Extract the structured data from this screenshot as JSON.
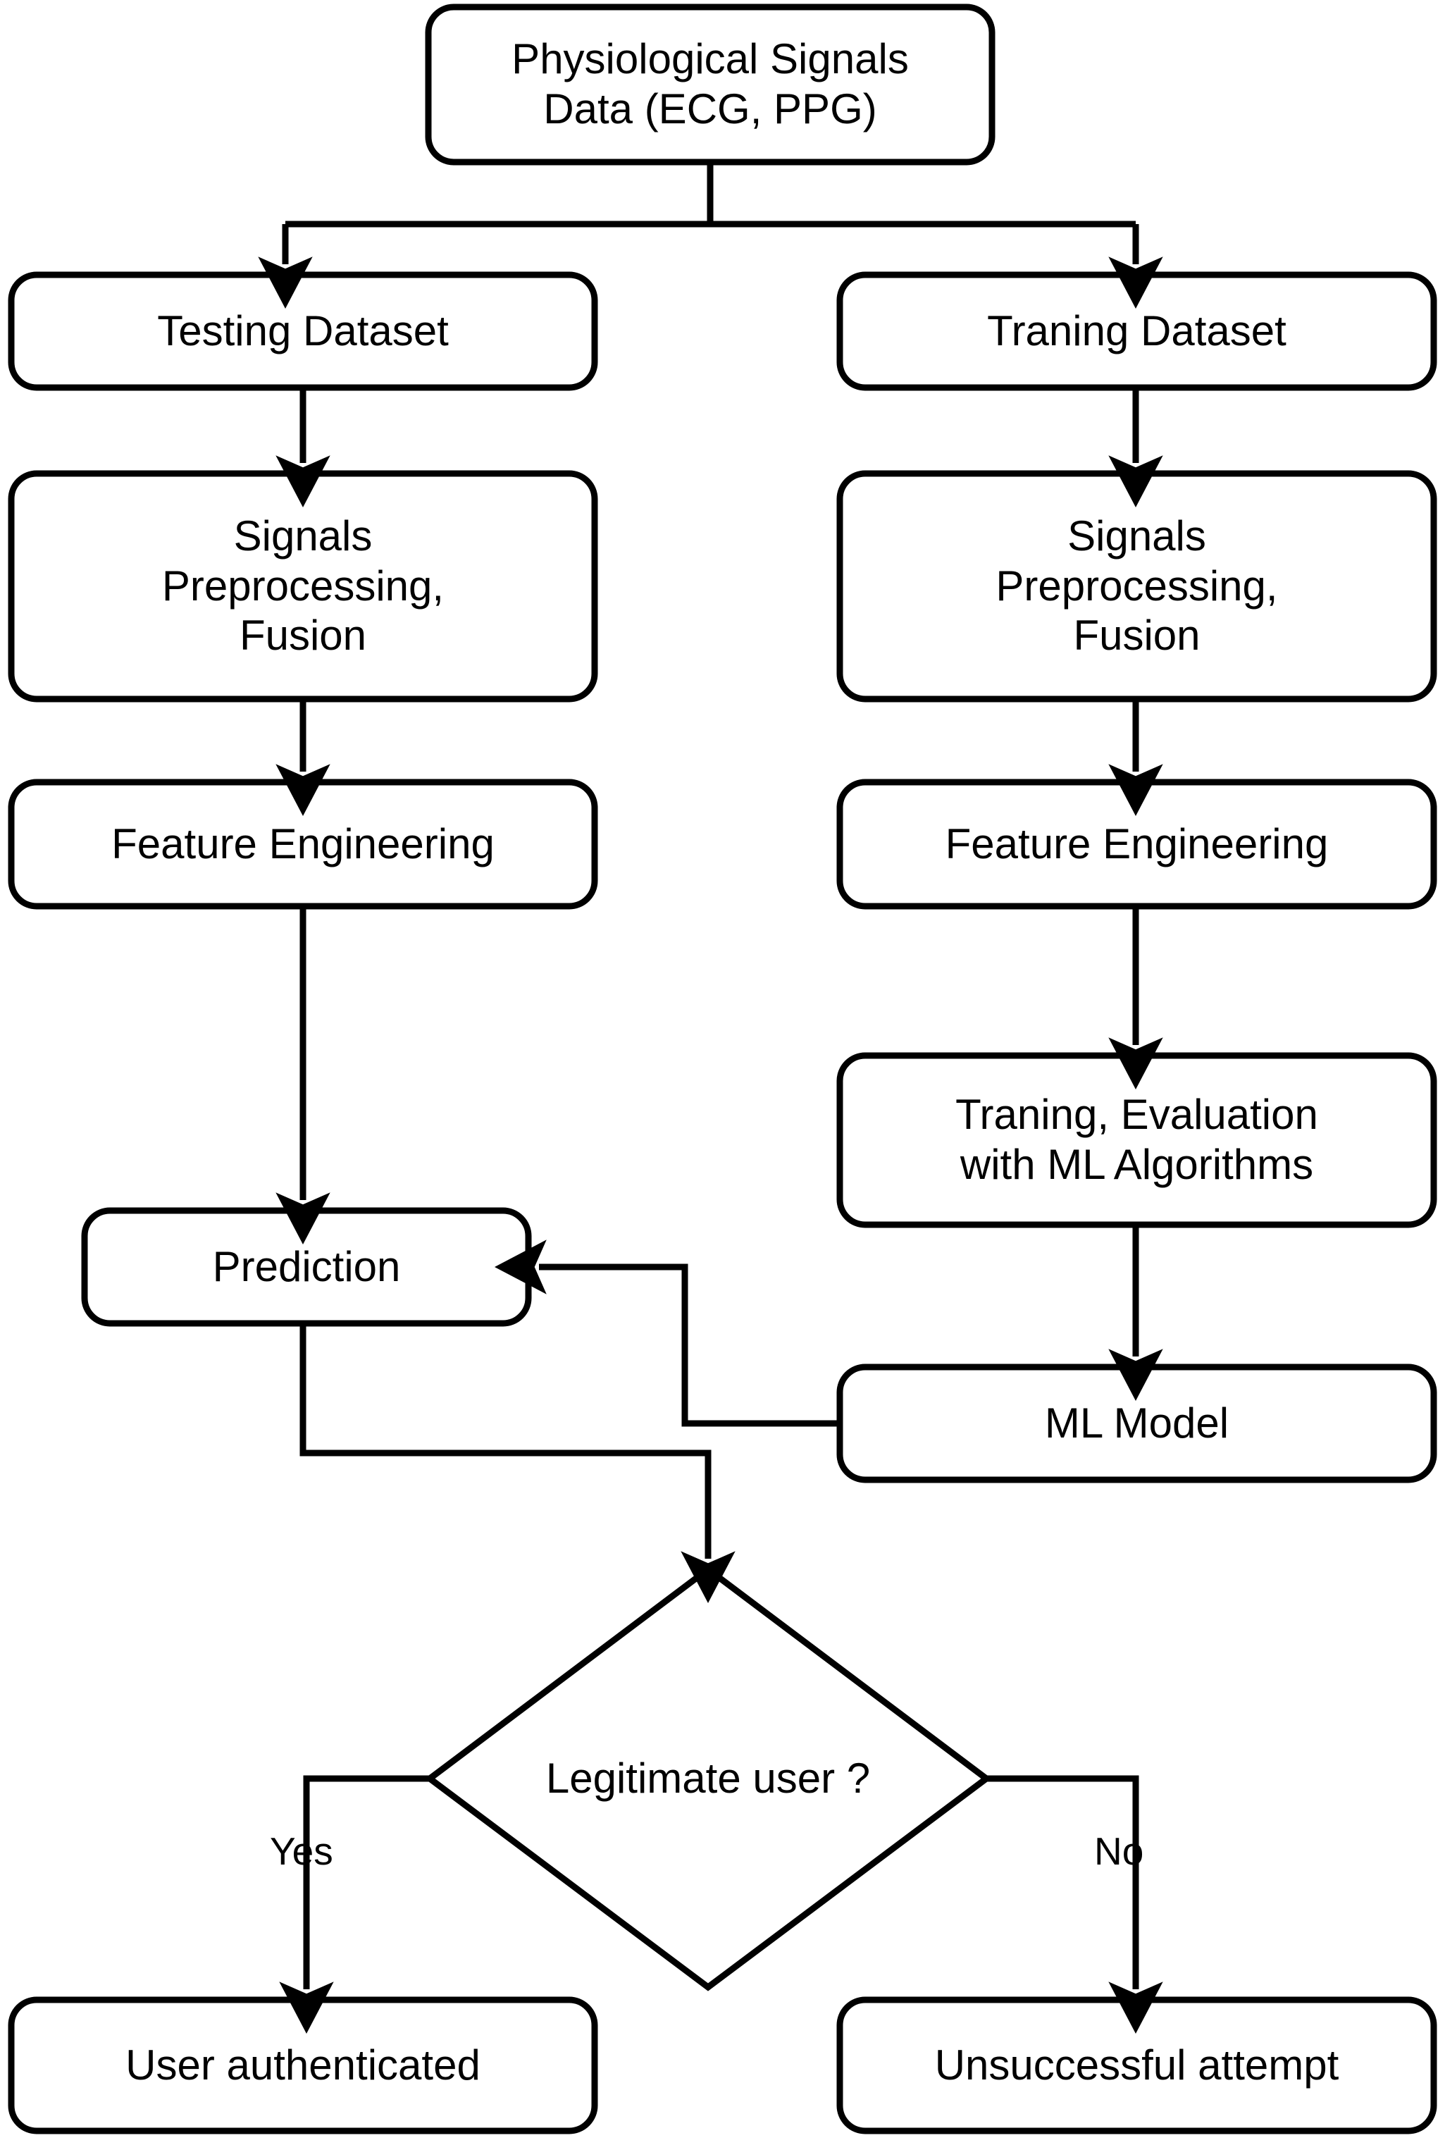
{
  "diagram": {
    "type": "flowchart",
    "title_text_present": false,
    "colors": {
      "stroke": "#000000",
      "fill": "#ffffff",
      "text": "#000000",
      "background": "#ffffff"
    },
    "nodes": [
      {
        "id": "source",
        "shape": "rounded-rect",
        "label": "Physiological Signals\nData (ECG, PPG)"
      },
      {
        "id": "testing",
        "shape": "rounded-rect",
        "label": "Testing Dataset"
      },
      {
        "id": "training",
        "shape": "rounded-rect",
        "label": "Traning Dataset"
      },
      {
        "id": "preproc_left",
        "shape": "rounded-rect",
        "label": "Signals\nPreprocessing,\nFusion"
      },
      {
        "id": "preproc_right",
        "shape": "rounded-rect",
        "label": "Signals\nPreprocessing,\nFusion"
      },
      {
        "id": "feat_left",
        "shape": "rounded-rect",
        "label": "Feature Engineering"
      },
      {
        "id": "feat_right",
        "shape": "rounded-rect",
        "label": "Feature Engineering"
      },
      {
        "id": "train_eval",
        "shape": "rounded-rect",
        "label": "Traning, Evaluation\nwith ML Algorithms"
      },
      {
        "id": "prediction",
        "shape": "rounded-rect",
        "label": "Prediction"
      },
      {
        "id": "ml_model",
        "shape": "rounded-rect",
        "label": "ML Model"
      },
      {
        "id": "decision",
        "shape": "diamond",
        "label": "Legitimate user ?"
      },
      {
        "id": "authenticated",
        "shape": "rounded-rect",
        "label": "User authenticated"
      },
      {
        "id": "unsuccessful",
        "shape": "rounded-rect",
        "label": "Unsuccessful attempt"
      }
    ],
    "edges": [
      {
        "from": "source",
        "to": "testing",
        "label": ""
      },
      {
        "from": "source",
        "to": "training",
        "label": ""
      },
      {
        "from": "testing",
        "to": "preproc_left",
        "label": ""
      },
      {
        "from": "training",
        "to": "preproc_right",
        "label": ""
      },
      {
        "from": "preproc_left",
        "to": "feat_left",
        "label": ""
      },
      {
        "from": "preproc_right",
        "to": "feat_right",
        "label": ""
      },
      {
        "from": "feat_left",
        "to": "prediction",
        "label": ""
      },
      {
        "from": "feat_right",
        "to": "train_eval",
        "label": ""
      },
      {
        "from": "train_eval",
        "to": "ml_model",
        "label": ""
      },
      {
        "from": "ml_model",
        "to": "prediction",
        "label": ""
      },
      {
        "from": "prediction",
        "to": "decision",
        "label": ""
      },
      {
        "from": "decision",
        "to": "authenticated",
        "label": "Yes"
      },
      {
        "from": "decision",
        "to": "unsuccessful",
        "label": "No"
      }
    ],
    "edge_labels": {
      "yes": "Yes",
      "no": "No"
    }
  }
}
